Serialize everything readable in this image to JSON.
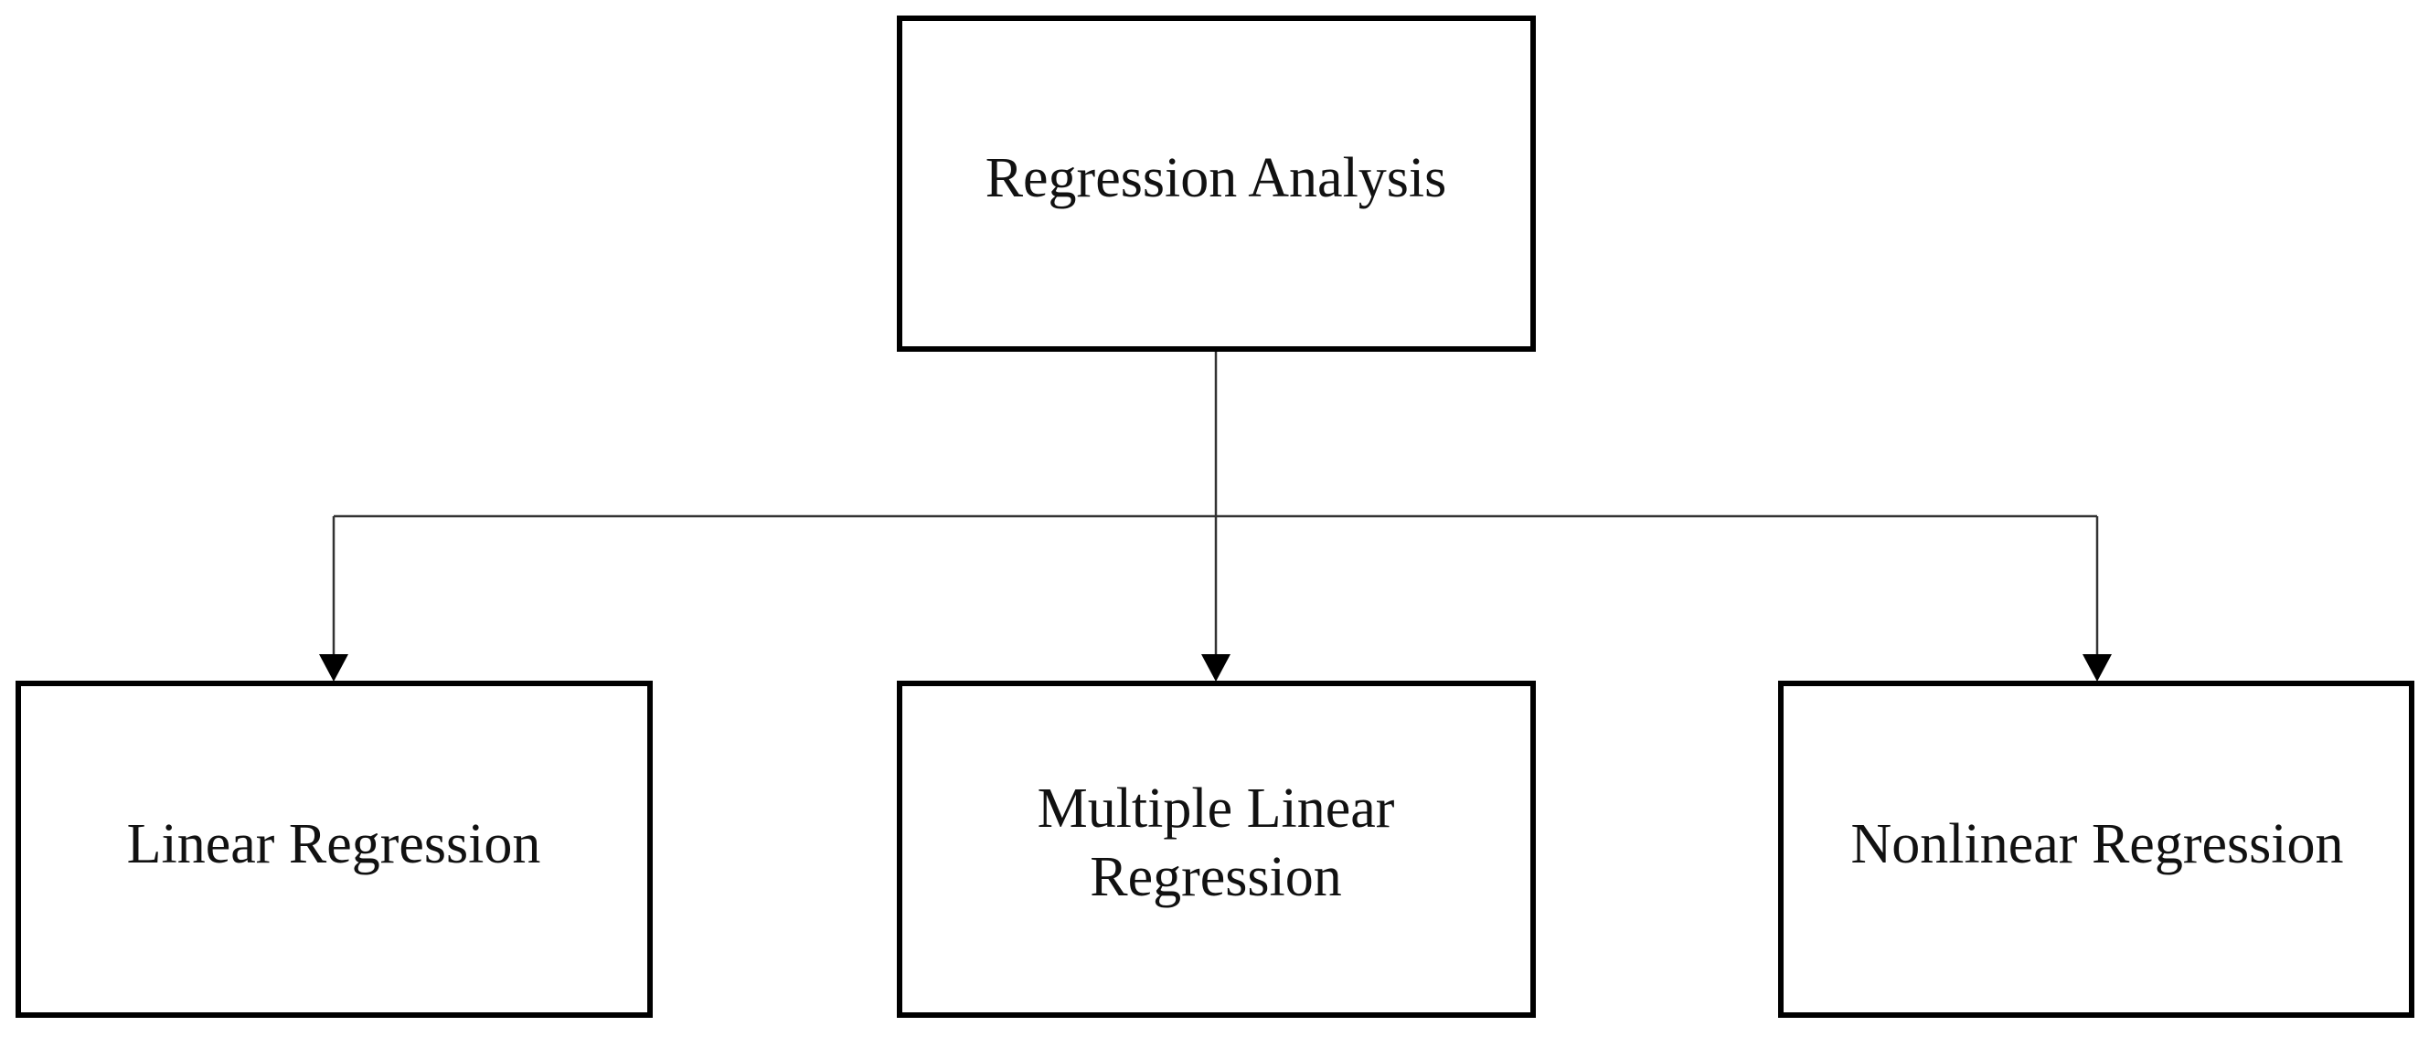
{
  "nodes": {
    "root": {
      "lines": [
        "Regression Analysis"
      ]
    },
    "left": {
      "lines": [
        "Linear Regression"
      ]
    },
    "middle": {
      "lines": [
        "Multiple Linear",
        "Regression"
      ]
    },
    "right": {
      "lines": [
        "Nonlinear Regression"
      ]
    }
  },
  "edges": [
    {
      "from": "root",
      "to": "left"
    },
    {
      "from": "root",
      "to": "middle"
    },
    {
      "from": "root",
      "to": "right"
    }
  ]
}
